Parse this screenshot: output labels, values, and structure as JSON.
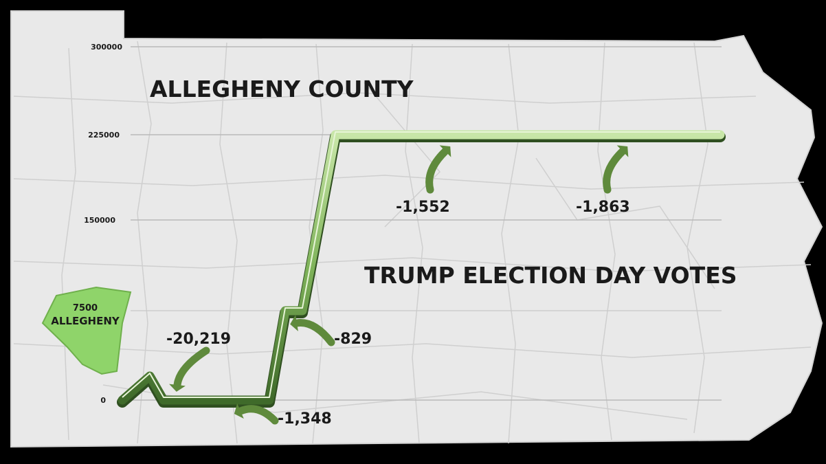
{
  "chart_data": {
    "type": "line",
    "title": "ALLEGHENY COUNTY",
    "subtitle": "TRUMP ELECTION DAY VOTES",
    "xlabel": "",
    "ylabel": "",
    "y_ticks": [
      "300000",
      "225000",
      "150000",
      "0"
    ],
    "y_tick_values": [
      300000,
      225000,
      150000,
      0
    ],
    "ylim": [
      0,
      300000
    ],
    "grid": true,
    "series": [
      {
        "x": [
          0,
          1,
          2,
          3,
          4,
          5,
          6,
          7,
          8,
          9,
          10,
          11,
          12,
          13
        ],
        "y": [
          0,
          20219,
          0,
          0,
          0,
          0,
          75000,
          75000,
          225000,
          225000,
          225000,
          225000,
          225000,
          225000
        ]
      }
    ],
    "annotations": [
      {
        "text": "-20,219",
        "at_index": 2
      },
      {
        "text": "-1,348",
        "at_index": 4
      },
      {
        "text": "-829",
        "at_index": 7
      },
      {
        "text": "-1,552",
        "at_index": 9
      },
      {
        "text": "-1,863",
        "at_index": 11
      }
    ],
    "county_badge": {
      "value": "7500",
      "name": "ALLEGHENY",
      "color": "#8fd46a"
    },
    "line_color": "#6a9a4a",
    "arrow_color": "#5f8a3c",
    "background_color": "#e9e9e9",
    "frame_color": "#000000"
  }
}
